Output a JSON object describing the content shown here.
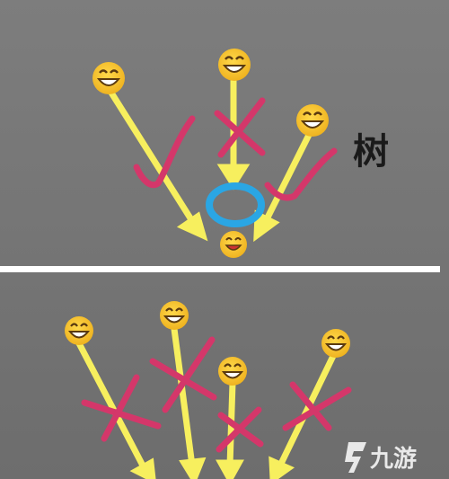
{
  "tree_label": "树",
  "watermark": "九游",
  "colors": {
    "background_top": "#7c7c7c",
    "background_bottom": "#6f6f6f",
    "divider": "#ffffff",
    "arrow": "#f7ef5e",
    "check_mark": "#d4376a",
    "cross_mark": "#d4376a",
    "target_ring": "#2aa6e4",
    "emoji_face": "#f6c22c"
  },
  "panels": {
    "top": {
      "sources": [
        {
          "id": "left",
          "mark": "check"
        },
        {
          "id": "center",
          "mark": "cross"
        },
        {
          "id": "right",
          "mark": "check"
        }
      ],
      "target": "circled-emoji"
    },
    "bottom": {
      "sources": [
        {
          "id": "1",
          "mark": "cross"
        },
        {
          "id": "2",
          "mark": "cross"
        },
        {
          "id": "3",
          "mark": "cross"
        },
        {
          "id": "4",
          "mark": "cross"
        }
      ]
    }
  }
}
